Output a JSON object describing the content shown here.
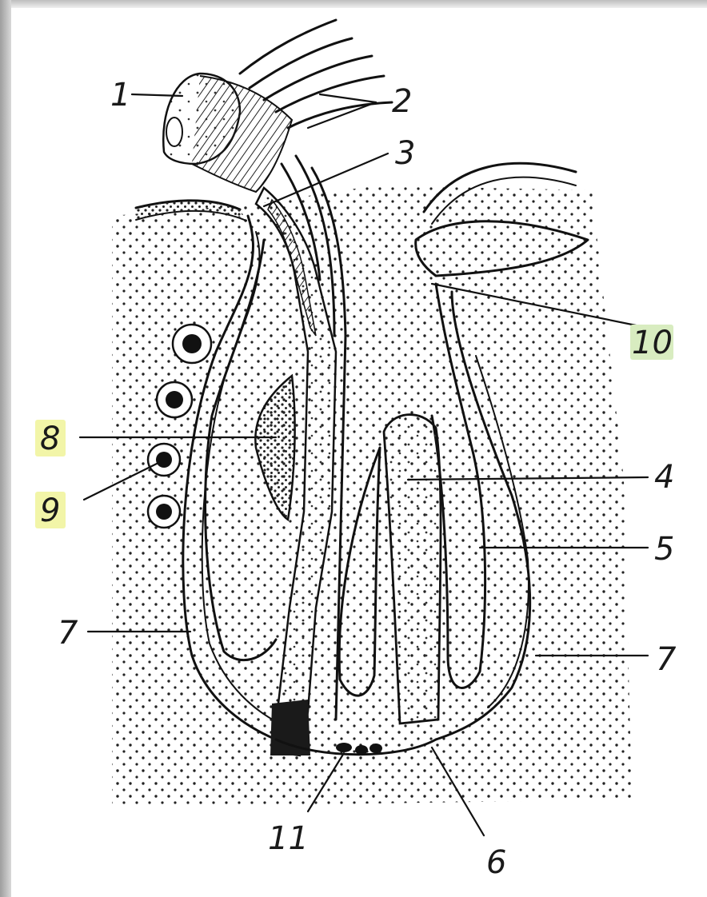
{
  "labels": [
    {
      "id": "l1",
      "text": "1"
    },
    {
      "id": "l2",
      "text": "2"
    },
    {
      "id": "l3",
      "text": "3"
    },
    {
      "id": "l4",
      "text": "4"
    },
    {
      "id": "l5",
      "text": "5"
    },
    {
      "id": "l6",
      "text": "6"
    },
    {
      "id": "l7a",
      "text": "7"
    },
    {
      "id": "l7b",
      "text": "7"
    },
    {
      "id": "l8",
      "text": "8"
    },
    {
      "id": "l9",
      "text": "9"
    },
    {
      "id": "l10",
      "text": "10"
    },
    {
      "id": "l11",
      "text": "11"
    }
  ],
  "colors": {
    "ink": "#111111",
    "dots": "#222222",
    "label_highlight_yellow": "#f2f5a8",
    "label_highlight_green": "#d8ecc0"
  }
}
